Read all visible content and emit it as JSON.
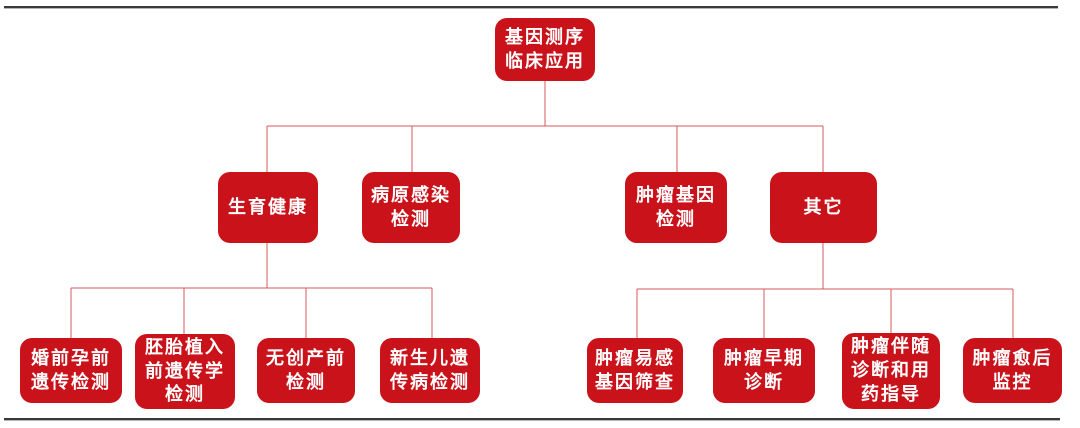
{
  "diagram": {
    "type": "tree",
    "root_label": "基因测序临床应用",
    "colors": {
      "node_fill": "#c9121a",
      "node_text": "#ffffff",
      "connector_line": "#d4595c",
      "frame_rule": "#3a3a3a",
      "background": "#ffffff"
    },
    "nodes": {
      "root": {
        "label": "基因测序临床应用",
        "display": "基因测序\n临床应用",
        "children": [
          "reproductive_health",
          "pathogen_infection",
          "tumor_gene_testing",
          "other"
        ]
      },
      "reproductive_health": {
        "label": "生育健康",
        "display": "生育健康",
        "children": [
          "premarital_preconception",
          "embryo_pgt",
          "nipt",
          "newborn_genetic"
        ]
      },
      "pathogen_infection": {
        "label": "病原感染检测",
        "display": "病原感染\n检测",
        "children": []
      },
      "tumor_gene_testing": {
        "label": "肿瘤基因检测",
        "display": "肿瘤基因\n检测",
        "children": []
      },
      "other": {
        "label": "其它",
        "display": "其它",
        "children": [
          "tumor_susceptibility",
          "tumor_early_diagnosis",
          "tumor_companion_diagnosis",
          "tumor_prognosis_monitoring"
        ]
      },
      "premarital_preconception": {
        "label": "婚前孕前遗传检测",
        "display": "婚前孕前\n遗传检测",
        "children": []
      },
      "embryo_pgt": {
        "label": "胚胎植入前遗传学检测",
        "display": "胚胎植入\n前遗传学\n检测",
        "children": []
      },
      "nipt": {
        "label": "无创产前检测",
        "display": "无创产前\n检测",
        "children": []
      },
      "newborn_genetic": {
        "label": "新生儿遗传病检测",
        "display": "新生儿遗\n传病检测",
        "children": []
      },
      "tumor_susceptibility": {
        "label": "肿瘤易感基因筛查",
        "display": "肿瘤易感\n基因筛查",
        "children": []
      },
      "tumor_early_diagnosis": {
        "label": "肿瘤早期诊断",
        "display": "肿瘤早期\n诊断",
        "children": []
      },
      "tumor_companion_diagnosis": {
        "label": "肿瘤伴随诊断和用药指导",
        "display": "肿瘤伴随\n诊断和用\n药指导",
        "children": []
      },
      "tumor_prognosis_monitoring": {
        "label": "肿瘤愈后监控",
        "display": "肿瘤愈后\n监控",
        "children": []
      }
    }
  }
}
